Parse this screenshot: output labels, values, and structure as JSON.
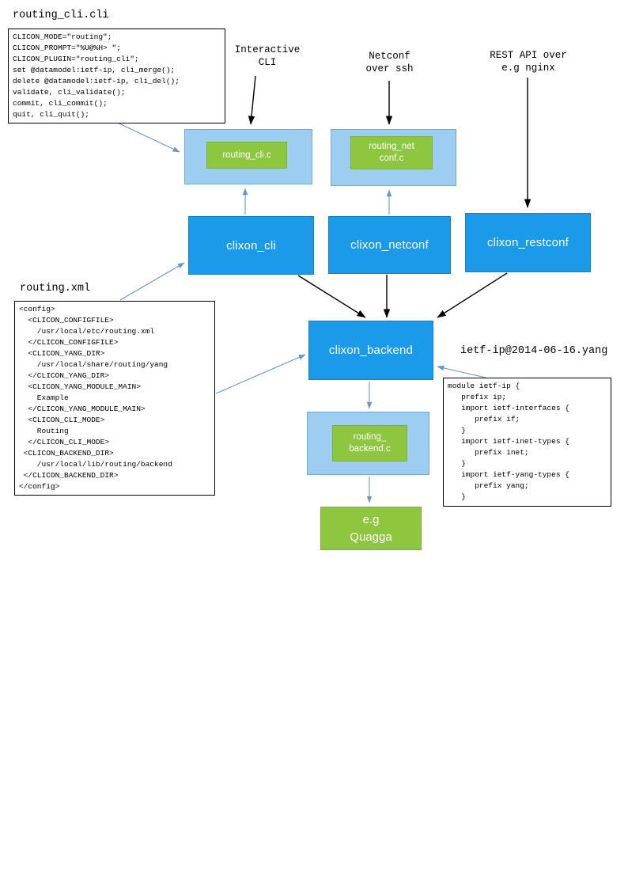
{
  "labels": {
    "routing_cli_file": "routing_cli.cli",
    "interactive_cli": "Interactive\nCLI",
    "netconf_over_ssh": "Netconf\nover ssh",
    "rest_api": "REST API over\ne.g nginx",
    "routing_xml_file": "routing.xml",
    "ietf_yang_file": "ietf-ip@2014-06-16.yang"
  },
  "code": {
    "routing_cli": "CLICON_MODE=\"routing\";\nCLICON_PROMPT=\"%U@%H> \";\nCLICON_PLUGIN=\"routing_cli\";\nset @datamodel:ietf-ip, cli_merge();\ndelete @datamodel:ietf-ip, cli_del();\nvalidate, cli_validate();\ncommit, cli_commit();\nquit, cli_quit();",
    "routing_xml": "<config>\n  <CLICON_CONFIGFILE>\n    /usr/local/etc/routing.xml\n  </CLICON_CONFIGFILE>\n  <CLICON_YANG_DIR>\n    /usr/local/share/routing/yang\n  </CLICON_YANG_DIR>\n  <CLICON_YANG_MODULE_MAIN>\n    Example\n  </CLICON_YANG_MODULE_MAIN>\n  <CLICON_CLI_MODE>\n    Routing\n  </CLICON_CLI_MODE>\n <CLICON_BACKEND_DIR>\n    /usr/local/lib/routing/backend\n </CLICON_BACKEND_DIR>\n</config>",
    "ietf_yang": "module ietf-ip {\n   prefix ip;\n   import ietf-interfaces {\n      prefix if;\n   }\n   import ietf-inet-types {\n      prefix inet;\n   }\n   import ietf-yang-types {\n      prefix yang;\n   }"
  },
  "nodes": {
    "routing_cli_c": "routing_cli.c",
    "routing_netconf_c": "routing_net\nconf.c",
    "clixon_cli": "clixon_cli",
    "clixon_netconf": "clixon_netconf",
    "clixon_restconf": "clixon_restconf",
    "clixon_backend": "clixon_backend",
    "routing_backend_c": "routing_\nbackend.c",
    "quagga": "e.g\nQuagga"
  },
  "colors": {
    "node_blue": "#1a9ae8",
    "node_light_blue": "#9ecdf2",
    "node_green": "#8ec63f",
    "connector_blue": "#6b96c4",
    "connector_black": "#000000"
  }
}
